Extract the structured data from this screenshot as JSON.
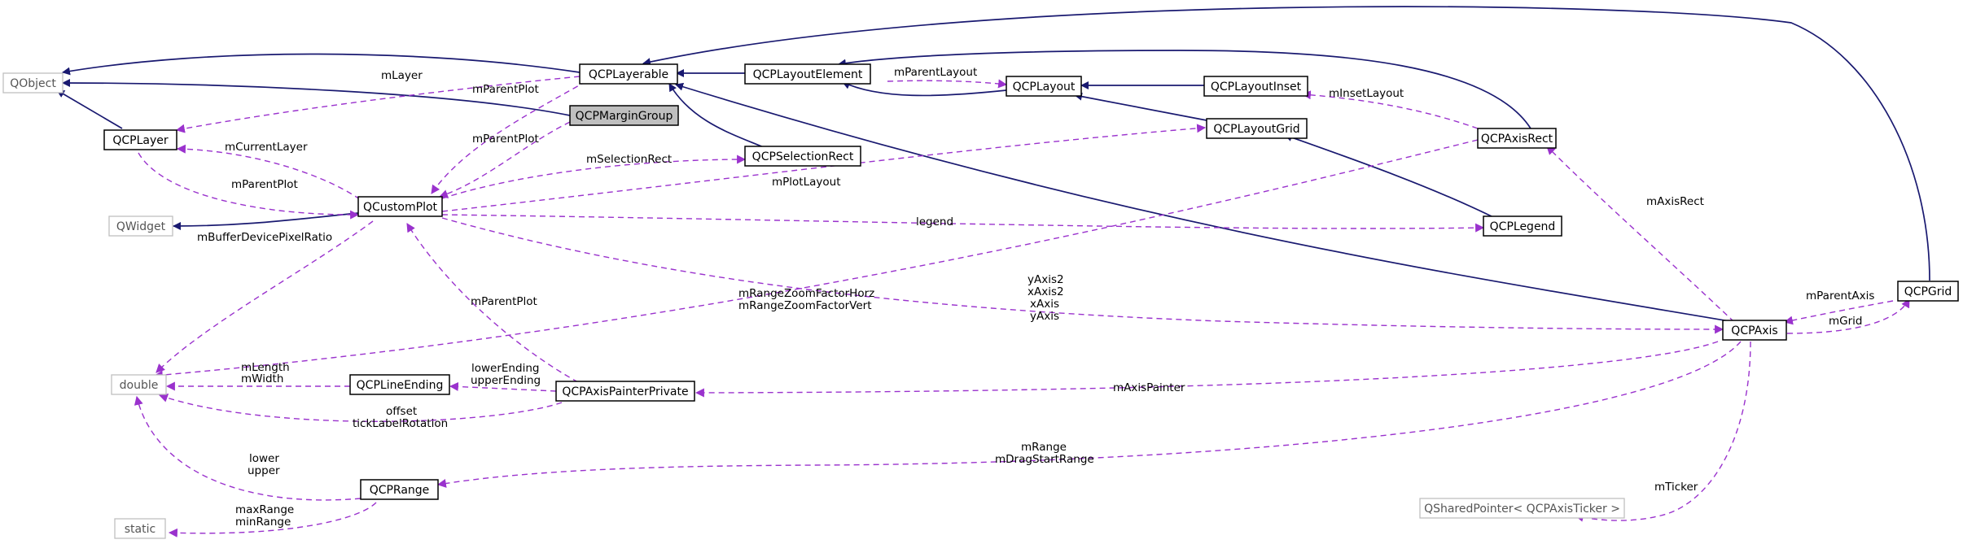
{
  "colors": {
    "inherit_edge": "#191970",
    "usage_edge": "#9a32cd",
    "focus_fill": "#bfbfbf",
    "external_border": "#bfbfbf"
  },
  "nodes": {
    "QObject": "QObject",
    "QCPLayerable": "QCPLayerable",
    "QCPLayoutElement": "QCPLayoutElement",
    "QCPLayout": "QCPLayout",
    "QCPLayoutInset": "QCPLayoutInset",
    "QCPMarginGroup": "QCPMarginGroup",
    "QCPLayer": "QCPLayer",
    "QCPSelectionRect": "QCPSelectionRect",
    "QCPLayoutGrid": "QCPLayoutGrid",
    "QCPAxisRect": "QCPAxisRect",
    "QCustomPlot": "QCustomPlot",
    "QWidget": "QWidget",
    "QCPLegend": "QCPLegend",
    "QCPGrid": "QCPGrid",
    "QCPAxis": "QCPAxis",
    "double": "double",
    "QCPLineEnding": "QCPLineEnding",
    "QCPAxisPainterPrivate": "QCPAxisPainterPrivate",
    "QCPRange": "QCPRange",
    "QSharedPointer": "QSharedPointer< QCPAxisTicker >",
    "static": "static"
  },
  "edge_labels": {
    "mLayer": "mLayer",
    "mParentPlot_layerable": "mParentPlot",
    "mParentLayout": "mParentLayout",
    "mInsetLayout": "mInsetLayout",
    "mParentPlot_margin": "mParentPlot",
    "mCurrentLayer": "mCurrentLayer",
    "mSelectionRect": "mSelectionRect",
    "mParentPlot_layer": "mParentPlot",
    "mPlotLayout": "mPlotLayout",
    "legend": "legend",
    "mBufferDevicePixelRatio": "mBufferDevicePixelRatio",
    "mAxisRect": "mAxisRect",
    "zoom1": "mRangeZoomFactorHorz",
    "zoom2": "mRangeZoomFactorVert",
    "axes1": "yAxis2",
    "axes2": "xAxis2",
    "axes3": "xAxis",
    "axes4": "yAxis",
    "mParentAxis": "mParentAxis",
    "mGrid": "mGrid",
    "mParentPlot_painter": "mParentPlot",
    "mLength": "mLength",
    "mWidth": "mWidth",
    "lowerEnding": "lowerEnding",
    "upperEnding": "upperEnding",
    "mAxisPainter": "mAxisPainter",
    "offset": "offset",
    "tickLabelRotation": "tickLabelRotation",
    "mRange": "mRange",
    "mDragStartRange": "mDragStartRange",
    "lower": "lower",
    "upper": "upper",
    "mTicker": "mTicker",
    "maxRange": "maxRange",
    "minRange": "minRange"
  }
}
